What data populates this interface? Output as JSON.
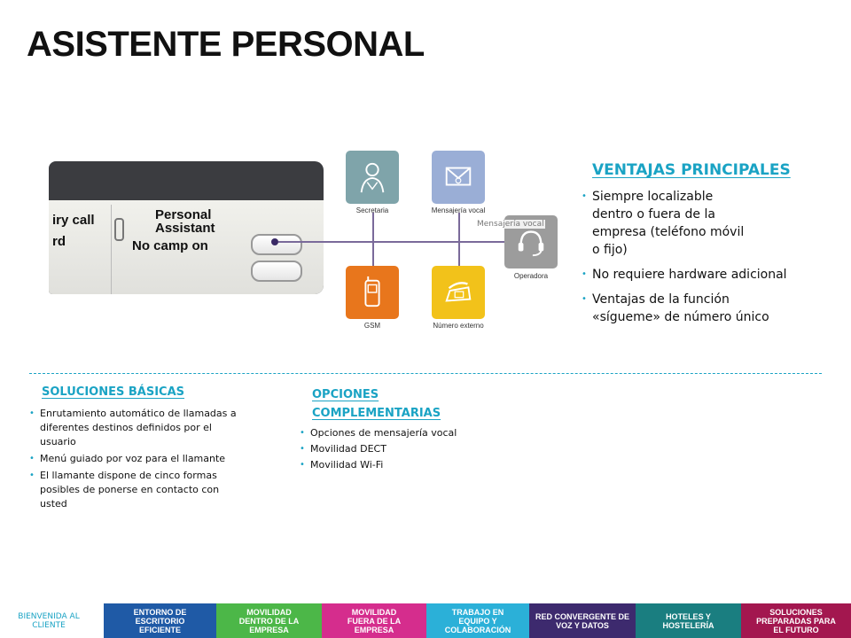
{
  "page": {
    "title": "ASISTENTE PERSONAL"
  },
  "illustration": {
    "screen_lines": [
      "iry call",
      "rd"
    ],
    "screen_labels": [
      "Personal",
      "Assistant",
      "No camp on"
    ],
    "tiles": [
      {
        "label": "Secretaria",
        "icon": "secretary-icon",
        "color": "#7fa4aa"
      },
      {
        "label": "Mensajería vocal",
        "icon": "voicemail-icon",
        "color": "#9aaed6"
      },
      {
        "label": "Operadora",
        "icon": "operator-headset-icon",
        "color": "#9c9c9c"
      },
      {
        "label": "GSM",
        "icon": "mobile-phone-icon",
        "color": "#e8761c"
      },
      {
        "label": "Número externo",
        "icon": "desk-phone-icon",
        "color": "#f2c21a"
      }
    ],
    "tooltip": "Mensajería vocal"
  },
  "ventajas": {
    "title": "VENTAJAS PRINCIPALES",
    "items": [
      "Siempre localizable dentro o fuera de la empresa (teléfono móvil o fijo)",
      "No requiere hardware adicional",
      "Ventajas de la función «sígueme» de número único"
    ]
  },
  "basicas": {
    "title": "SOLUCIONES BÁSICAS",
    "items": [
      "Enrutamiento automático de llamadas a diferentes destinos definidos por el usuario",
      "Menú guiado por voz para el llamante",
      "El llamante dispone de cinco formas posibles de ponerse en contacto con usted"
    ]
  },
  "complementarias": {
    "title": "OPCIONES COMPLEMENTARIAS",
    "items": [
      "Opciones de mensajería vocal",
      "Movilidad DECT",
      "Movilidad Wi-Fi"
    ]
  },
  "nav": {
    "items": [
      {
        "label": "BIENVENIDA AL CLIENTE",
        "color": "#ffffff"
      },
      {
        "label": "ENTORNO DE ESCRITORIO EFICIENTE",
        "color": "#1f5aa6"
      },
      {
        "label": "MOVILIDAD DENTRO DE LA EMPRESA",
        "color": "#4cb748"
      },
      {
        "label": "MOVILIDAD FUERA DE LA EMPRESA",
        "color": "#d52d8d"
      },
      {
        "label": "TRABAJO EN EQUIPO Y COLABORACIÓN",
        "color": "#2bb0d8"
      },
      {
        "label": "RED CONVERGENTE DE VOZ Y DATOS",
        "color": "#3d2a6e"
      },
      {
        "label": "HOTELES Y HOSTELERÍA",
        "color": "#1a7e80"
      },
      {
        "label": "SOLUCIONES PREPARADAS PARA EL FUTURO",
        "color": "#a3174f"
      }
    ]
  }
}
